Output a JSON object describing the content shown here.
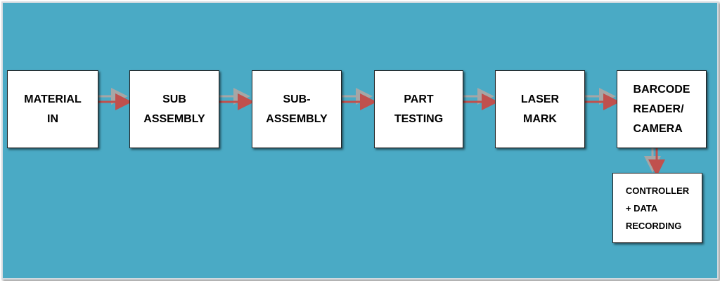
{
  "colors": {
    "background": "#4aaac5",
    "box_fill": "#ffffff",
    "arrow": "#c0504d",
    "arrow_shadow": "#a6a6a6"
  },
  "steps": [
    {
      "label": "MATERIAL\nIN"
    },
    {
      "label": "SUB\nASSEMBLY"
    },
    {
      "label": "SUB-\nASSEMBLY"
    },
    {
      "label": "PART\nTESTING"
    },
    {
      "label": "LASER\nMARK"
    },
    {
      "label": "BARCODE\nREADER/\nCAMERA"
    }
  ],
  "final_step": {
    "label": "CONTROLLER\n+    DATA\nRECORDING"
  }
}
